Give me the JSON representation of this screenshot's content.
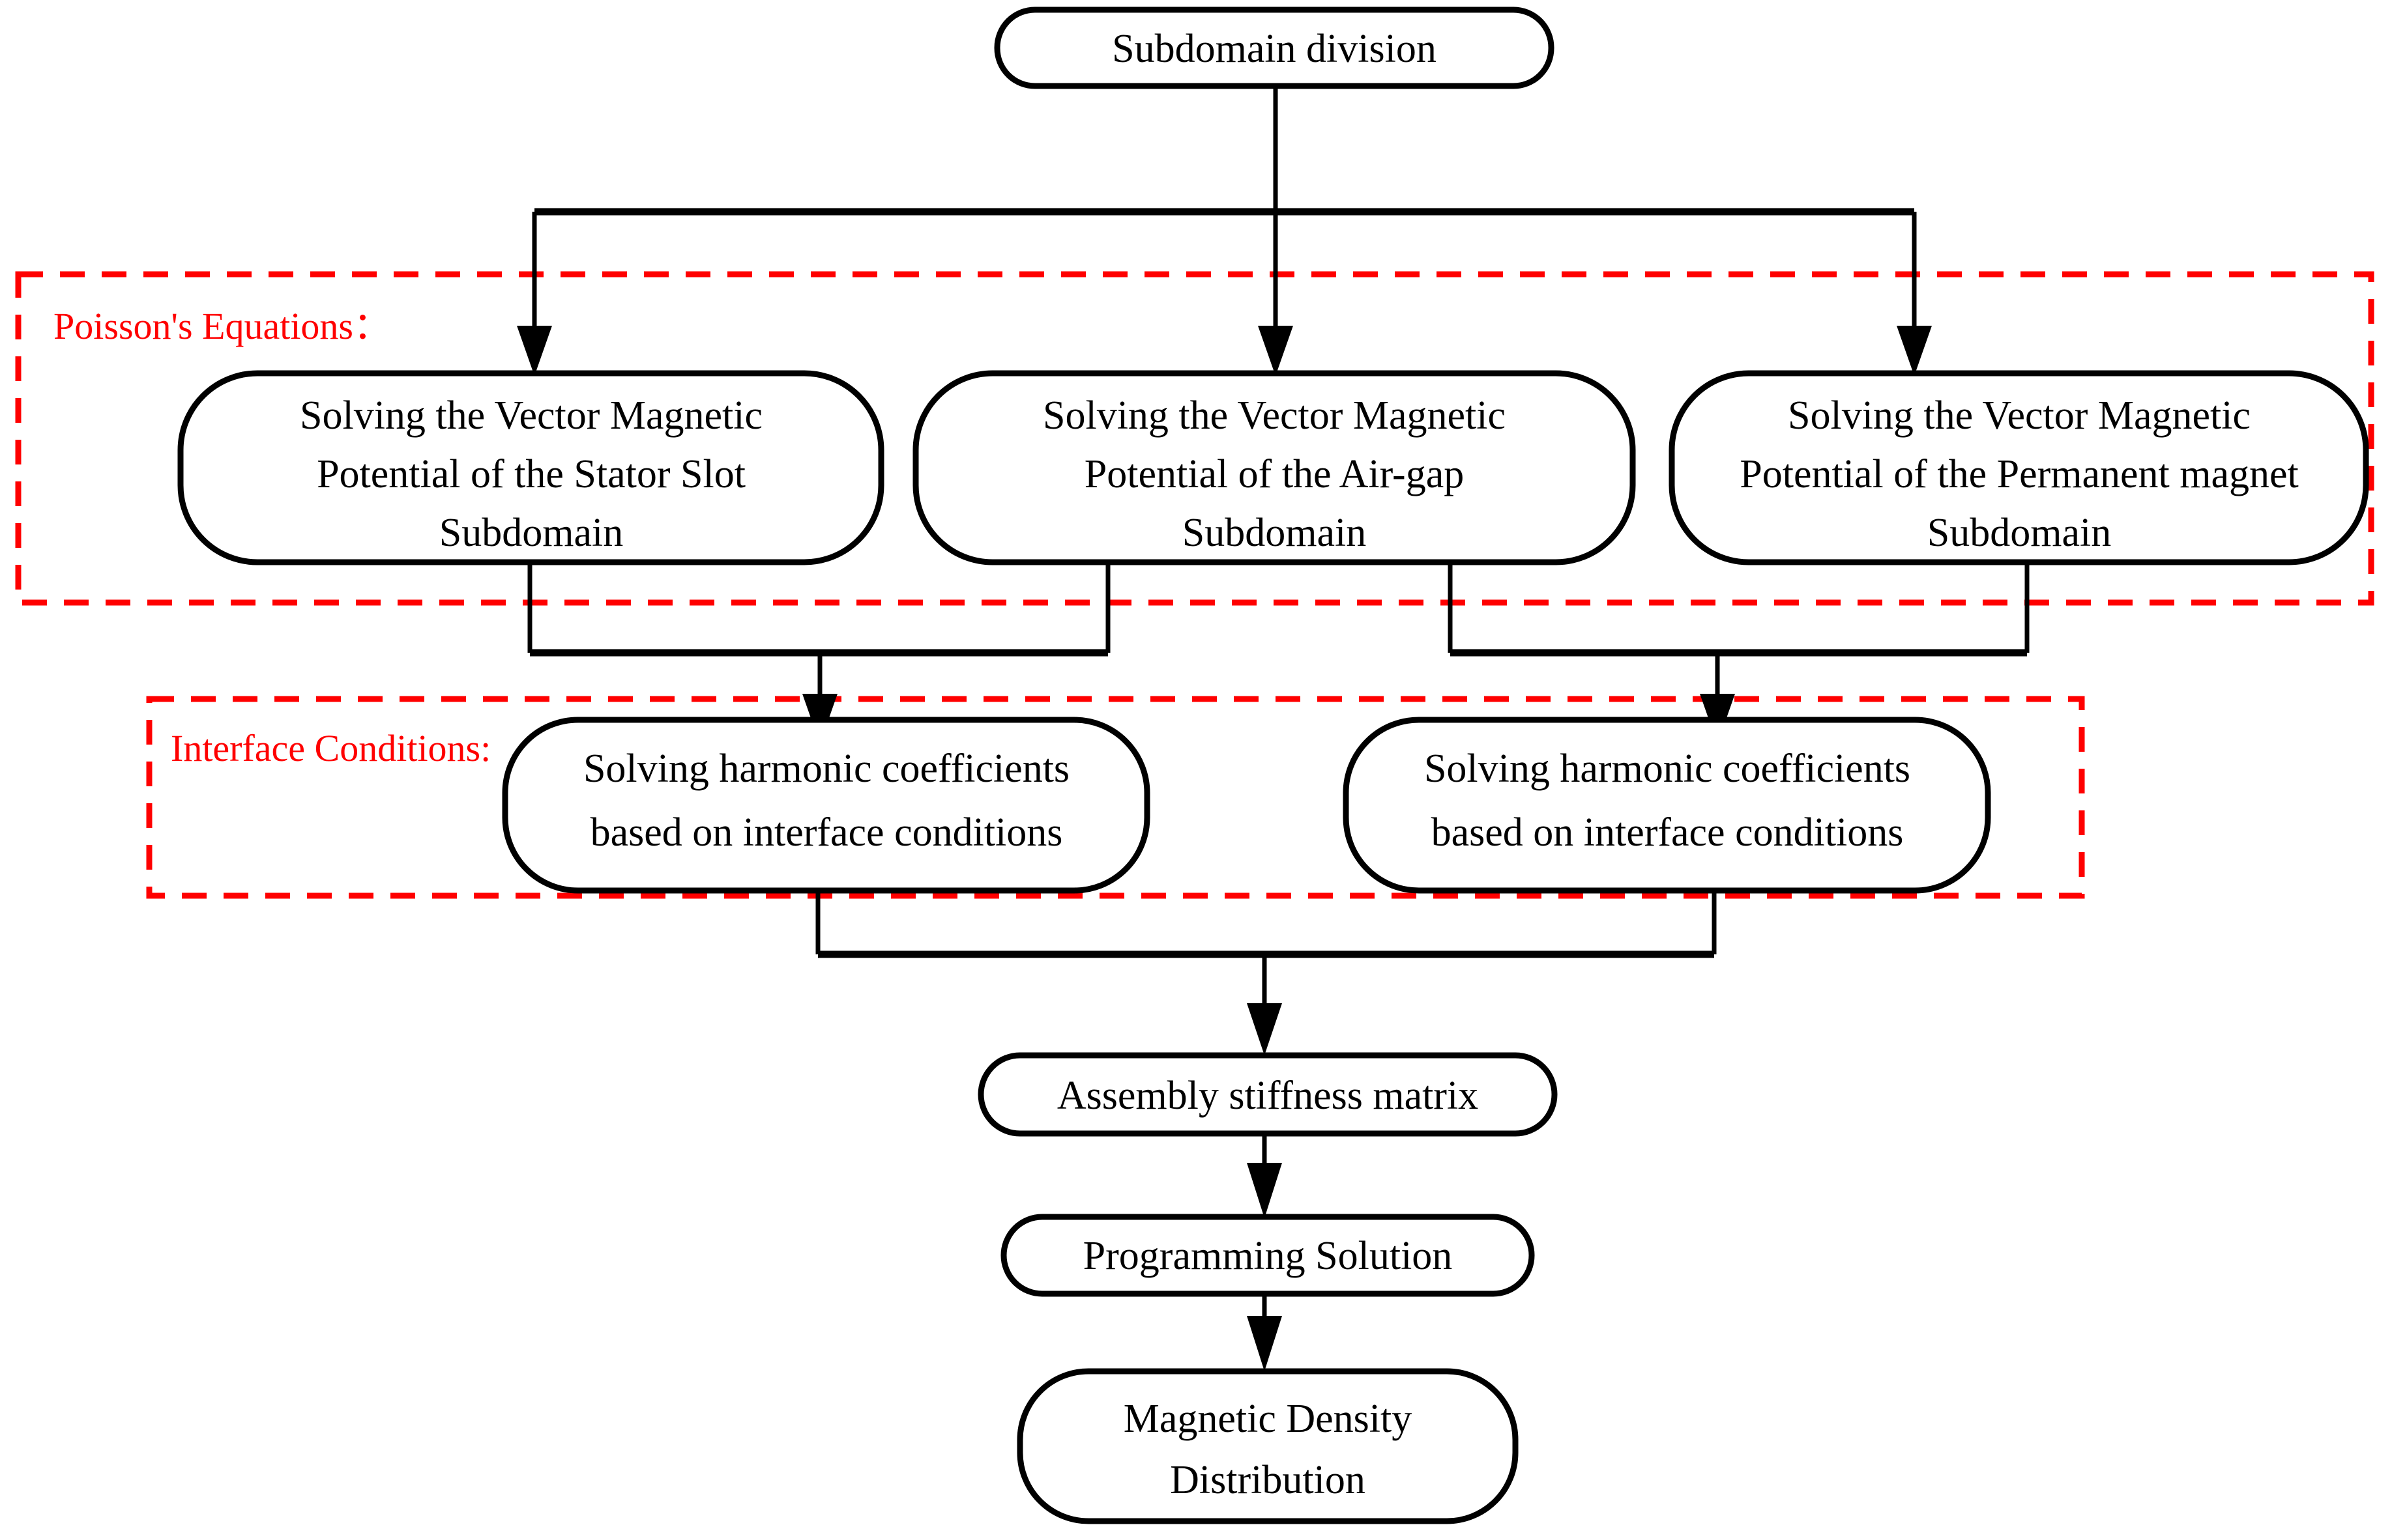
{
  "diagram": {
    "title": "Subdomain model solving flowchart",
    "colors": {
      "node_stroke": "#000000",
      "node_fill": "#ffffff",
      "connector": "#000000",
      "group_outline": "#ff0000",
      "group_label": "#ff0000",
      "background": "#ffffff"
    },
    "groups": [
      {
        "id": "poissons-equations",
        "label": "Poisson's Equations：",
        "style": "dashed",
        "color": "#ff0000"
      },
      {
        "id": "interface-conditions",
        "label": "Interface Conditions:",
        "style": "dashed",
        "color": "#ff0000"
      }
    ],
    "nodes": [
      {
        "id": "subdomain-division",
        "shape": "rounded-rectangle",
        "lines": [
          "Subdomain division"
        ]
      },
      {
        "id": "stator-slot-subdomain",
        "shape": "rounded-rectangle",
        "lines": [
          "Solving the Vector Magnetic",
          "Potential of the Stator Slot",
          "Subdomain"
        ]
      },
      {
        "id": "air-gap-subdomain",
        "shape": "rounded-rectangle",
        "lines": [
          "Solving the Vector Magnetic",
          "Potential of the Air-gap",
          "Subdomain"
        ]
      },
      {
        "id": "permanent-magnet-subdomain",
        "shape": "rounded-rectangle",
        "lines": [
          "Solving the Vector Magnetic",
          "Potential of the Permanent magnet",
          "Subdomain"
        ]
      },
      {
        "id": "harmonic-coefficients-left",
        "shape": "rounded-rectangle",
        "lines": [
          "Solving harmonic coefficients",
          "based on interface conditions"
        ]
      },
      {
        "id": "harmonic-coefficients-right",
        "shape": "rounded-rectangle",
        "lines": [
          "Solving harmonic coefficients",
          "based on interface conditions"
        ]
      },
      {
        "id": "assembly-stiffness-matrix",
        "shape": "rounded-rectangle",
        "lines": [
          "Assembly stiffness matrix"
        ]
      },
      {
        "id": "programming-solution",
        "shape": "rounded-rectangle",
        "lines": [
          "Programming Solution"
        ]
      },
      {
        "id": "magnetic-density-distribution",
        "shape": "rounded-rectangle",
        "lines": [
          "Magnetic Density",
          "Distribution"
        ]
      }
    ],
    "edges": [
      {
        "from": "subdomain-division",
        "to": "stator-slot-subdomain",
        "arrow": true
      },
      {
        "from": "subdomain-division",
        "to": "air-gap-subdomain",
        "arrow": true
      },
      {
        "from": "subdomain-division",
        "to": "permanent-magnet-subdomain",
        "arrow": true
      },
      {
        "from": "stator-slot-subdomain",
        "to": "harmonic-coefficients-left",
        "arrow": true
      },
      {
        "from": "air-gap-subdomain",
        "to": "harmonic-coefficients-left",
        "arrow": true
      },
      {
        "from": "air-gap-subdomain",
        "to": "harmonic-coefficients-right",
        "arrow": true
      },
      {
        "from": "permanent-magnet-subdomain",
        "to": "harmonic-coefficients-right",
        "arrow": true
      },
      {
        "from": "harmonic-coefficients-left",
        "to": "assembly-stiffness-matrix",
        "arrow": true
      },
      {
        "from": "harmonic-coefficients-right",
        "to": "assembly-stiffness-matrix",
        "arrow": true
      },
      {
        "from": "assembly-stiffness-matrix",
        "to": "programming-solution",
        "arrow": true
      },
      {
        "from": "programming-solution",
        "to": "magnetic-density-distribution",
        "arrow": true
      }
    ]
  }
}
